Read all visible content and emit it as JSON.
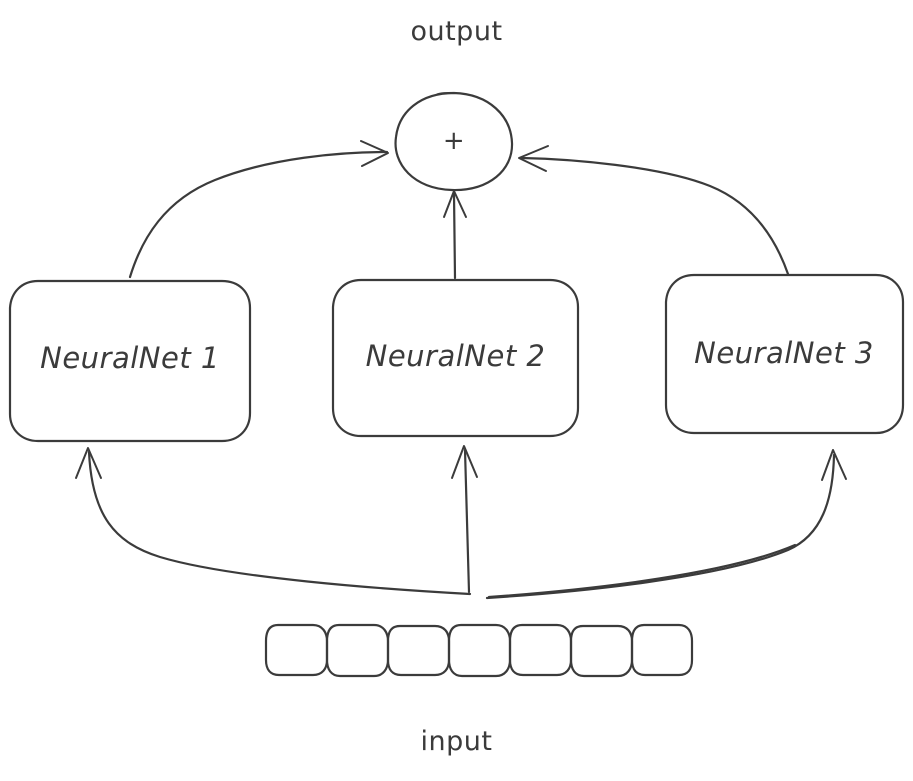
{
  "diagram": {
    "type": "flow-diagram",
    "title_text": "output",
    "style": "hand-drawn-sketch",
    "stroke_color": "#3b3b3b",
    "background_color": "#ffffff",
    "labels": {
      "output": "output",
      "input": "input"
    },
    "combiner": {
      "name": "sum-node",
      "symbol": "+",
      "shape": "circle"
    },
    "models": [
      {
        "label": "NeuralNet 1"
      },
      {
        "label": "NeuralNet 2"
      },
      {
        "label": "NeuralNet 3"
      }
    ],
    "input_tokens": {
      "count": 7,
      "values": [
        "",
        "",
        "",
        "",
        "",
        "",
        ""
      ]
    },
    "edges": [
      {
        "from": "input",
        "to": "NeuralNet 1",
        "direction": "up"
      },
      {
        "from": "input",
        "to": "NeuralNet 2",
        "direction": "up"
      },
      {
        "from": "input",
        "to": "NeuralNet 3",
        "direction": "up"
      },
      {
        "from": "NeuralNet 1",
        "to": "sum-node",
        "direction": "up"
      },
      {
        "from": "NeuralNet 2",
        "to": "sum-node",
        "direction": "up"
      },
      {
        "from": "NeuralNet 3",
        "to": "sum-node",
        "direction": "up"
      },
      {
        "from": "sum-node",
        "to": "output",
        "direction": "up"
      }
    ]
  }
}
